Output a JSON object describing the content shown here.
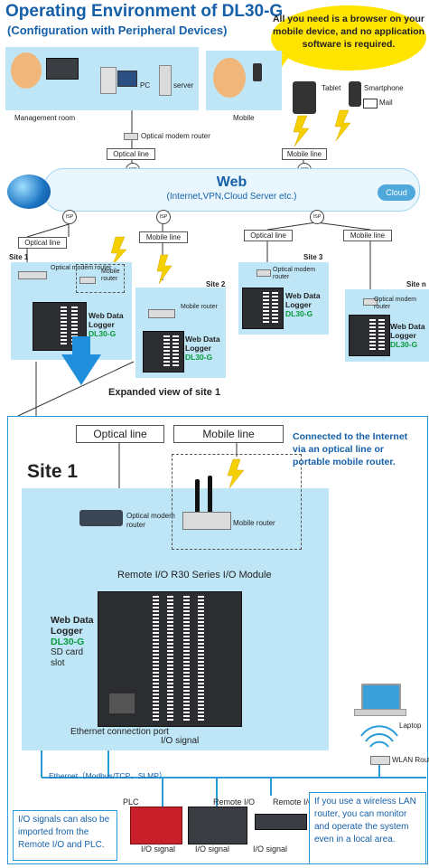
{
  "header": {
    "title": "Operating Environment of DL30-G",
    "subtitle": "(Configuration with Peripheral Devices)",
    "bubble_text": "All you need is a browser on your mobile device, and no application software is required."
  },
  "top": {
    "management_room": "Management room",
    "pc": "PC",
    "server": "server",
    "mobile": "Mobile",
    "tablet": "Tablet",
    "smartphone": "Smartphone",
    "mail": "Mail",
    "optical_modem_router": "Optical modem router",
    "optical_line": "Optical line",
    "mobile_line": "Mobile line",
    "isp": "ISP"
  },
  "web": {
    "title": "Web",
    "subtitle": "(Internet,VPN,Cloud Server etc.)",
    "cloud": "Cloud"
  },
  "sites": {
    "site1": "Site 1",
    "site2": "Site 2",
    "site3": "Site 3",
    "siten": "Site n",
    "optical_line": "Optical line",
    "mobile_line": "Mobile line",
    "optical_modem_router": "Optical modem router",
    "mobile_router": "Mobile router",
    "wdl_line1": "Web Data",
    "wdl_line2": "Logger",
    "wdl_model": "DL30-G"
  },
  "expanded": {
    "label": "Expanded view of site 1",
    "optical_line": "Optical line",
    "mobile_line": "Mobile line",
    "connected_note": "Connected to the Internet via an optical line or portable mobile router.",
    "site_title": "Site 1",
    "optical_modem_router": "Optical modem router",
    "mobile_router": "Mobile router",
    "remote_io_module": "Remote I/O R30 Series I/O Module",
    "wdl_line1": "Web Data",
    "wdl_line2": "Logger",
    "wdl_model": "DL30-G",
    "sd_card": "SD card slot",
    "ethernet_port": "Ethernet connection port",
    "io_signal": "I/O signal",
    "laptop": "Laptop",
    "wlan_router": "WLAN Router",
    "ethernet_bus": "Ethernet（Modbus/TCP、SLMP）",
    "plc": "PLC",
    "remote_io": "Remote I/O",
    "io_signals_note": "I/O signals can also be imported from the Remote I/O and PLC.",
    "wireless_note": "If you use a wireless LAN router, you can monitor and operate the system even in a local area."
  },
  "colors": {
    "brand_blue": "#1560a8",
    "panel_blue": "#bfe6f7",
    "model_green": "#0a9a3c",
    "bubble_yellow": "#ffe400"
  }
}
